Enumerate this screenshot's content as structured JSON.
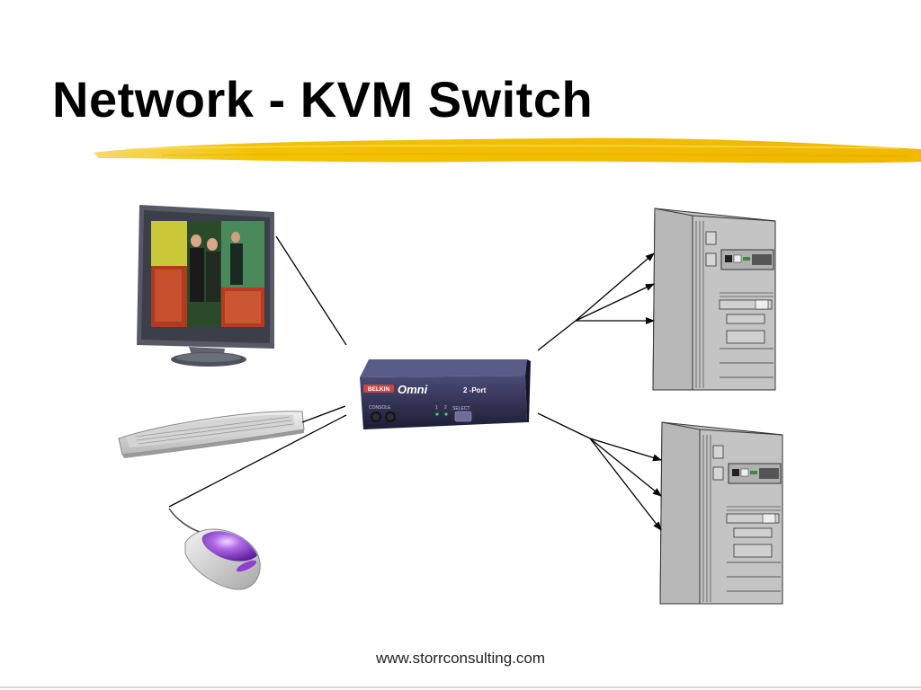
{
  "slide": {
    "title": "Network - KVM Switch",
    "footer_url": "www.storrconsulting.com"
  },
  "kvm_switch": {
    "brand": "BELKIN",
    "product": "Omni",
    "ports": "2 -Port",
    "port_labels": [
      "1",
      "2"
    ],
    "console_label": "CONSOLE",
    "select_label": "SELECT"
  },
  "colors": {
    "title_underline": "#f2c200",
    "switch_body": "#2a2b4a",
    "server_case": "#c4c4c4",
    "mouse_accent": "#8e3fd0"
  }
}
